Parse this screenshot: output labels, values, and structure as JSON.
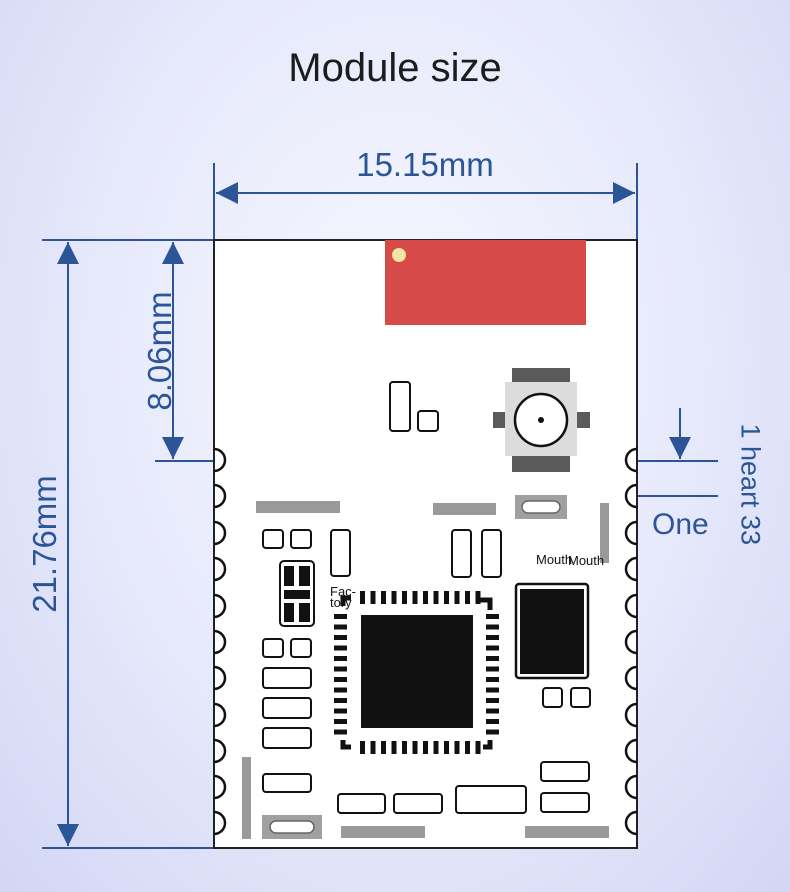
{
  "title": "Module size",
  "dimensions": {
    "width": "15.15mm",
    "height": "21.76mm",
    "antenna_length": "8.06mm",
    "pad_pitch": "1 heart 33",
    "pin_one": "One"
  },
  "silkscreen": {
    "factory_line1": "Fac-",
    "factory_line2": "tory",
    "mouth_a": "Mouth",
    "mouth_b": "Mouth"
  },
  "colors": {
    "dimension": "#2c5598",
    "antenna": "#d64a48",
    "component": "#111111",
    "silkscreen_gray": "#9a9a9a"
  }
}
